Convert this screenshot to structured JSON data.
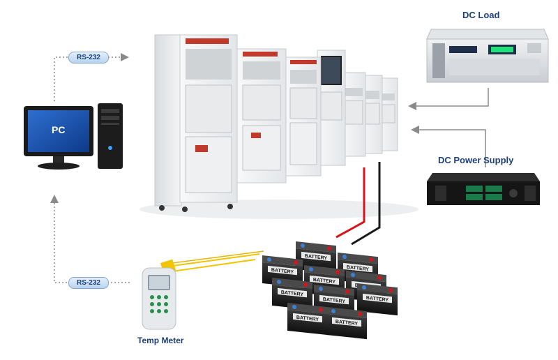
{
  "nodes": {
    "pc": "PC",
    "dc_load": "DC Load",
    "dc_power_supply": "DC Power Supply",
    "temp_meter": "Temp Meter",
    "battery": "BATTERY"
  },
  "links": {
    "rs232_top": "RS-232",
    "rs232_bottom": "RS-232"
  },
  "colors": {
    "label_text": "#1d3f7a",
    "arrow": "#8a8a8a",
    "pill_border": "#7fa6d2",
    "cable_red": "#d4161c",
    "cable_black": "#1a1a1a",
    "sensor_wire": "#f2c400"
  }
}
